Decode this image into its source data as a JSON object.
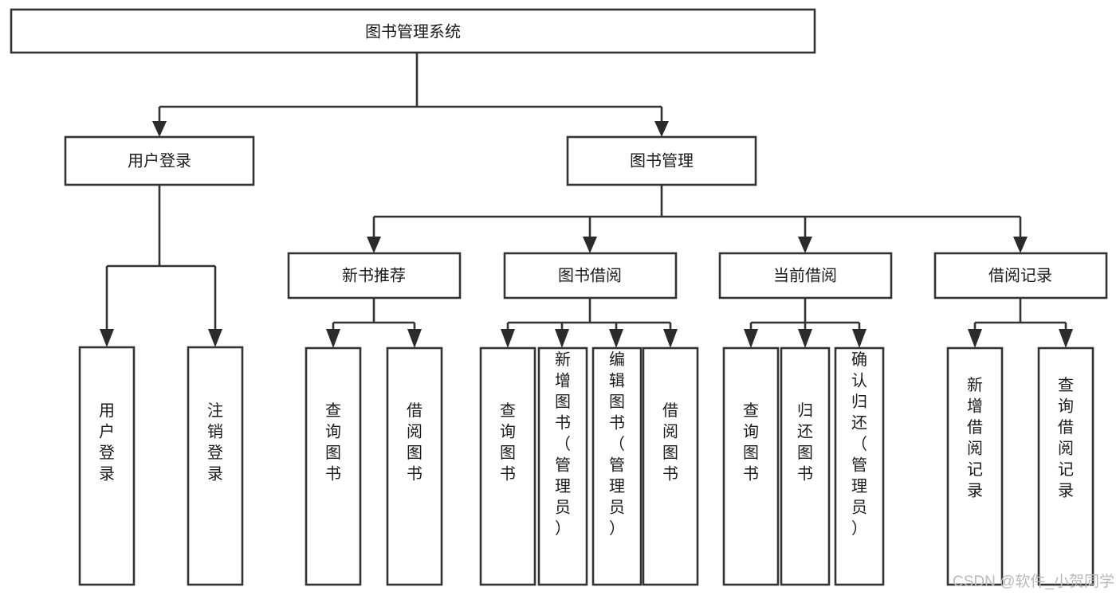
{
  "diagram": {
    "type": "hierarchy-tree",
    "title": "图书管理系统",
    "orientation": "top-down",
    "colors": {
      "background": "#ffffff",
      "box_fill": "#ffffff",
      "box_stroke": "#333333",
      "text": "#1b1b1b",
      "arrow": "#2b2b2b",
      "watermark": "#b9b9b9"
    },
    "levels": [
      {
        "level": 0,
        "nodes": [
          {
            "id": "root",
            "label": "图书管理系统",
            "orientation": "horizontal"
          }
        ]
      },
      {
        "level": 1,
        "nodes": [
          {
            "id": "user-login",
            "label": "用户登录",
            "orientation": "horizontal",
            "parent": "root"
          },
          {
            "id": "book-manage",
            "label": "图书管理",
            "orientation": "horizontal",
            "parent": "root"
          }
        ]
      },
      {
        "level": 2,
        "nodes": [
          {
            "id": "new-book-rec",
            "label": "新书推荐",
            "orientation": "horizontal",
            "parent": "book-manage"
          },
          {
            "id": "book-borrow",
            "label": "图书借阅",
            "orientation": "horizontal",
            "parent": "book-manage"
          },
          {
            "id": "current-borrow",
            "label": "当前借阅",
            "orientation": "horizontal",
            "parent": "book-manage"
          },
          {
            "id": "borrow-record",
            "label": "借阅记录",
            "orientation": "horizontal",
            "parent": "book-manage"
          }
        ]
      },
      {
        "level": 3,
        "nodes": [
          {
            "id": "leaf-user-login",
            "label": "用户登录",
            "orientation": "vertical",
            "parent": "user-login"
          },
          {
            "id": "leaf-logout",
            "label": "注销登录",
            "orientation": "vertical",
            "parent": "user-login"
          },
          {
            "id": "leaf-query-book-1",
            "label": "查询图书",
            "orientation": "vertical",
            "parent": "new-book-rec"
          },
          {
            "id": "leaf-borrow-book-1",
            "label": "借阅图书",
            "orientation": "vertical",
            "parent": "new-book-rec"
          },
          {
            "id": "leaf-query-book-2",
            "label": "查询图书",
            "orientation": "vertical",
            "parent": "book-borrow"
          },
          {
            "id": "leaf-add-book",
            "label": "新增图书（管理员）",
            "orientation": "vertical",
            "parent": "book-borrow"
          },
          {
            "id": "leaf-edit-book",
            "label": "编辑图书（管理员）",
            "orientation": "vertical",
            "parent": "book-borrow"
          },
          {
            "id": "leaf-borrow-book-2",
            "label": "借阅图书",
            "orientation": "vertical",
            "parent": "book-borrow"
          },
          {
            "id": "leaf-query-book-3",
            "label": "查询图书",
            "orientation": "vertical",
            "parent": "current-borrow"
          },
          {
            "id": "leaf-return-book",
            "label": "归还图书",
            "orientation": "vertical",
            "parent": "current-borrow"
          },
          {
            "id": "leaf-confirm-return",
            "label": "确认归还（管理员）",
            "orientation": "vertical",
            "parent": "current-borrow"
          },
          {
            "id": "leaf-add-record",
            "label": "新增借阅记录",
            "orientation": "vertical",
            "parent": "borrow-record"
          },
          {
            "id": "leaf-query-record",
            "label": "查询借阅记录",
            "orientation": "vertical",
            "parent": "borrow-record"
          }
        ]
      }
    ],
    "watermark": "CSDN @软件_小贺同学"
  }
}
